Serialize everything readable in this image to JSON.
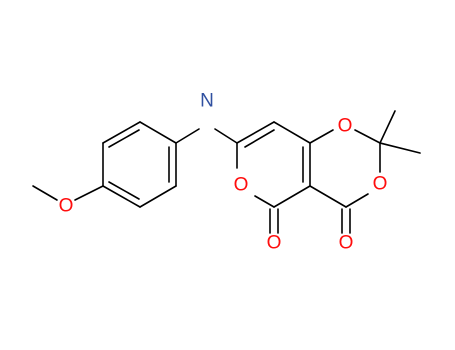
{
  "colors": {
    "bond": "#000000",
    "oxygen": "#ff0d0d",
    "nitrogen": "#3050a0",
    "background": "#ffffff"
  },
  "atoms": [
    {
      "id": "N1",
      "label": "N",
      "element": "N"
    },
    {
      "id": "O_ring_1",
      "label": "O",
      "element": "O"
    },
    {
      "id": "O_ring_2",
      "label": "O",
      "element": "O"
    },
    {
      "id": "O_pyran",
      "label": "O",
      "element": "O"
    },
    {
      "id": "O_carbonyl_1",
      "label": "O",
      "element": "O"
    },
    {
      "id": "O_carbonyl_2",
      "label": "O",
      "element": "O"
    },
    {
      "id": "O_methoxy",
      "label": "O",
      "element": "O"
    }
  ]
}
